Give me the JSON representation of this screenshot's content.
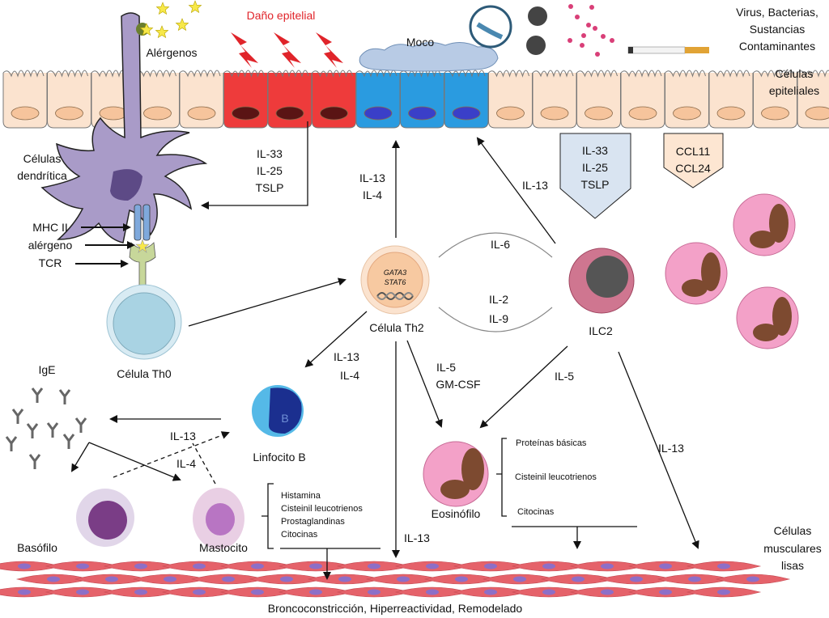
{
  "top": {
    "damage_label": "Daño epitelial",
    "allergens_label": "Alérgenos",
    "mucus_label": "Moco",
    "pathogens_label": [
      "Virus, Bacterias,",
      "Sustancias",
      "Contaminantes"
    ],
    "epithelial_label": [
      "Células",
      "epiteliales"
    ]
  },
  "left": {
    "dendritic_label": [
      "Células",
      "dendrítica"
    ],
    "mhc_label": "MHC II",
    "allergen_label": "alérgeno",
    "tcr_label": "TCR",
    "th0_label": "Célula Th0",
    "ige_label": "IgE",
    "basophil_label": "Basófilo",
    "mast_label": "Mastocito",
    "bcell_label": "Linfocito B",
    "bcell_letter": "B"
  },
  "center": {
    "alarmins_to_dc": [
      "IL-33",
      "IL-25",
      "TSLP"
    ],
    "th2_to_epith": [
      "IL-13",
      "IL-4"
    ],
    "ilc2_to_epith": "IL-13",
    "th2_label": "Célula Th2",
    "th2_genes": [
      "GATA3",
      "STAT6"
    ],
    "il6": "IL-6",
    "il2_il9": [
      "IL-2",
      "IL-9"
    ],
    "ilc2_label": "ILC2",
    "alarmin_box": [
      "IL-33",
      "IL-25",
      "TSLP"
    ],
    "chemokine_box": [
      "CCL11",
      "CCL24"
    ],
    "th2_to_b": [
      "IL-13",
      "IL-4"
    ],
    "th2_to_eos": [
      "IL-5",
      "GM-CSF"
    ],
    "ilc2_to_eos": "IL-5",
    "ilc2_to_muscle": "IL-13",
    "th2_to_muscle": "IL-13",
    "b_dashed": [
      "IL-13",
      "IL-4"
    ]
  },
  "bottom": {
    "mast_mediators": [
      "Histamina",
      "Cisteinil leucotrienos",
      "Prostaglandinas",
      "Citocinas"
    ],
    "eos_label": "Eosinófilo",
    "eos_mediators": [
      "Proteínas básicas",
      "Cisteinil leucotrienos",
      "Citocinas"
    ],
    "muscle_label": [
      "Células",
      "musculares",
      "lisas"
    ],
    "outcome": "Broncoconstricción, Hiperreactividad, Remodelado"
  },
  "colors": {
    "epith_normal": "#fbe3cf",
    "epith_damaged": "#ee3b3b",
    "epith_goblet": "#2a9be0",
    "dendritic": "#a99bc8",
    "ilc2": "#c9657e",
    "eos": "#f3a1c8",
    "muscle": "#e5626a",
    "alarmin_box": "#d9e4f1",
    "chemokine_box": "#fde6d2",
    "damage_text": "#e0242a"
  }
}
